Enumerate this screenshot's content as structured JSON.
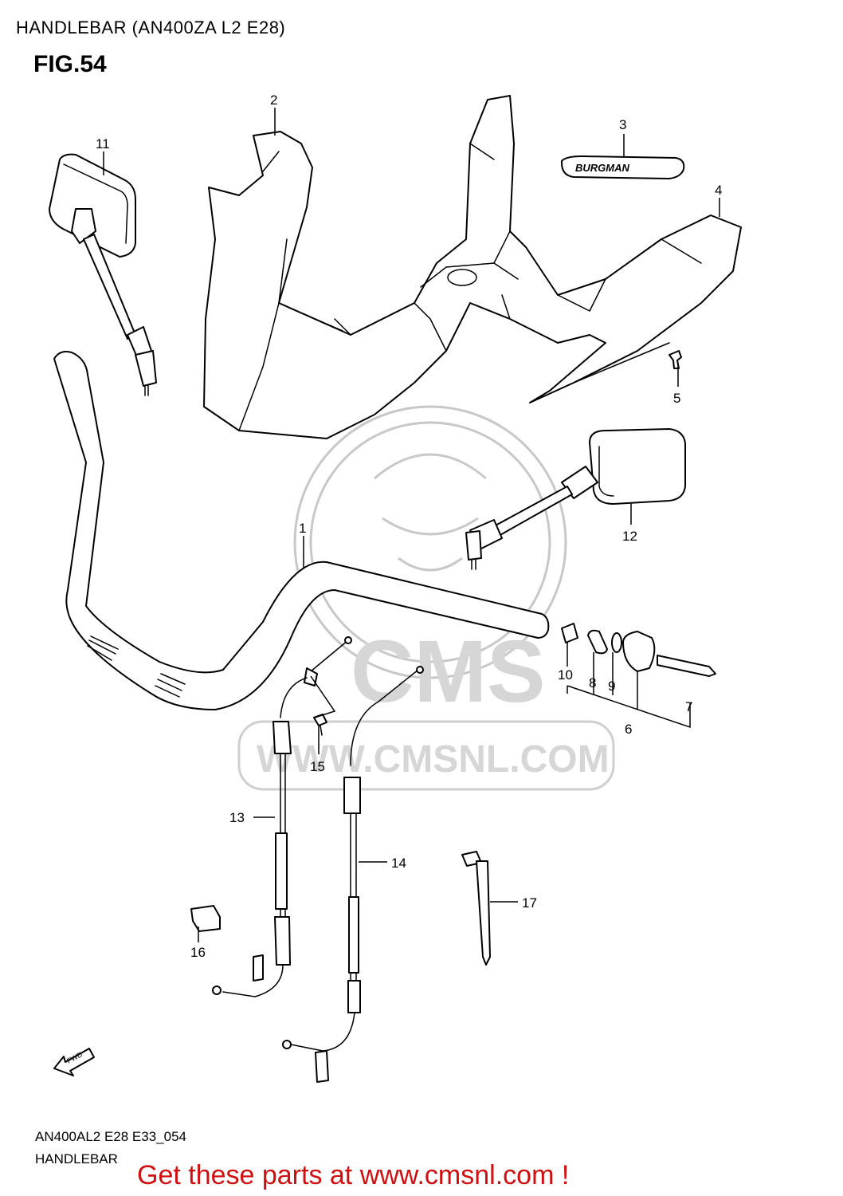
{
  "header": {
    "title": "HANDLEBAR (AN400ZA L2 E28)",
    "figure": "FIG.54"
  },
  "footer": {
    "model_code": "AN400AL2 E28 E33_054",
    "section": "HANDLEBAR"
  },
  "promo_text": "Get these parts at www.cmsnl.com !",
  "watermark": {
    "brand": "CMS",
    "url": "WWW.CMSNL.COM"
  },
  "emblem_text": "BURGMAN",
  "fwd_text": "FWD",
  "callouts": [
    "1",
    "2",
    "3",
    "4",
    "5",
    "6",
    "7",
    "8",
    "9",
    "10",
    "11",
    "12",
    "13",
    "14",
    "15",
    "16",
    "17"
  ],
  "colors": {
    "promo": "#d01010",
    "watermark": "#c8c8c8",
    "line": "#000000"
  }
}
